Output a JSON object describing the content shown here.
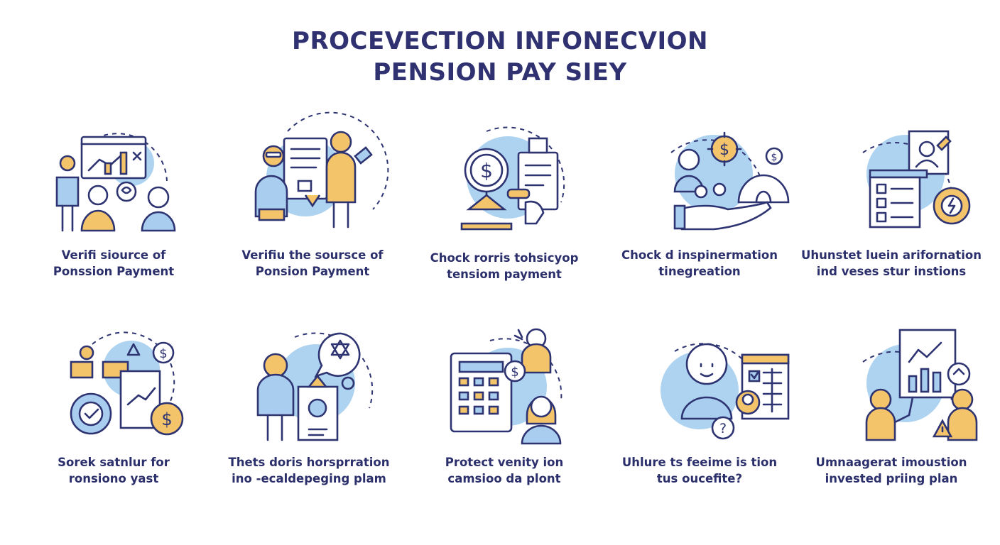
{
  "title_line1": "PROCEVECTION  INFONECVION",
  "title_line2": "PENSION PAY SIEY",
  "items": [
    {
      "line1": "Verifi siource of",
      "line2": "Ponssion Payment",
      "icon": "verify-source-icon"
    },
    {
      "line1": "Verifiu the soursce of",
      "line2": "Ponsion Payment",
      "icon": "document-people-icon"
    },
    {
      "line1": "Chock rorris tohsicyop",
      "line2": "tensiom payment",
      "icon": "magnifier-dollar-icon"
    },
    {
      "line1": "Chock d inspinermation",
      "line2": "tinegreation",
      "icon": "hand-money-bag-icon"
    },
    {
      "line1": "Uhunstet luein arifornation",
      "line2": "ind veses stur instions",
      "icon": "checklist-gear-icon"
    },
    {
      "line1": "Sorek satnlur for",
      "line2": "ronsiono yast",
      "icon": "gear-chart-coin-icon"
    },
    {
      "line1": "Thets doris horsprration",
      "line2": "ino -ecaldepeging plam",
      "icon": "person-speech-icon"
    },
    {
      "line1": "Protect venity ion",
      "line2": "camsioo da plont",
      "icon": "calendar-woman-icon"
    },
    {
      "line1": "Uhlure ts feeime is tion",
      "line2": "tus oucefite?",
      "icon": "man-calendar-question-icon"
    },
    {
      "line1": "Umnaagerat imoustion",
      "line2": "invested priing plan",
      "icon": "presentation-people-icon"
    }
  ]
}
